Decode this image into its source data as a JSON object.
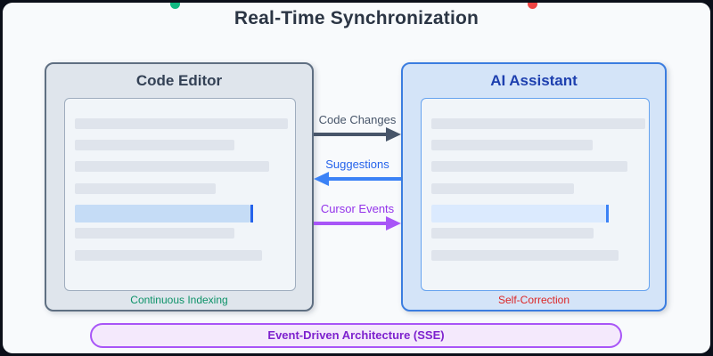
{
  "title": "Real-Time Synchronization",
  "indicators": {
    "editor_pulse_color": "#10b981",
    "assistant_pulse_color": "#ef4444"
  },
  "editor_panel": {
    "title": "Code Editor",
    "footer_label": "Continuous Indexing",
    "footer_color": "#0d9268",
    "highlight_color": "#c5dcf6",
    "cursor_color": "#2563eb"
  },
  "assistant_panel": {
    "title": "AI Assistant",
    "footer_label": "Self-Correction",
    "footer_color": "#dc2626",
    "highlight_color": "#dbeafe",
    "cursor_color": "#3b82f6"
  },
  "flows": [
    {
      "label": "Code Changes",
      "direction": "right",
      "color": "#475569"
    },
    {
      "label": "Suggestions",
      "direction": "left",
      "color": "#3b82f6"
    },
    {
      "label": "Cursor Events",
      "direction": "right",
      "color": "#a855f7"
    }
  ],
  "footer_banner": {
    "label": "Event-Driven Architecture (SSE)",
    "border_color": "#a855f7",
    "text_color": "#7e22ce"
  }
}
